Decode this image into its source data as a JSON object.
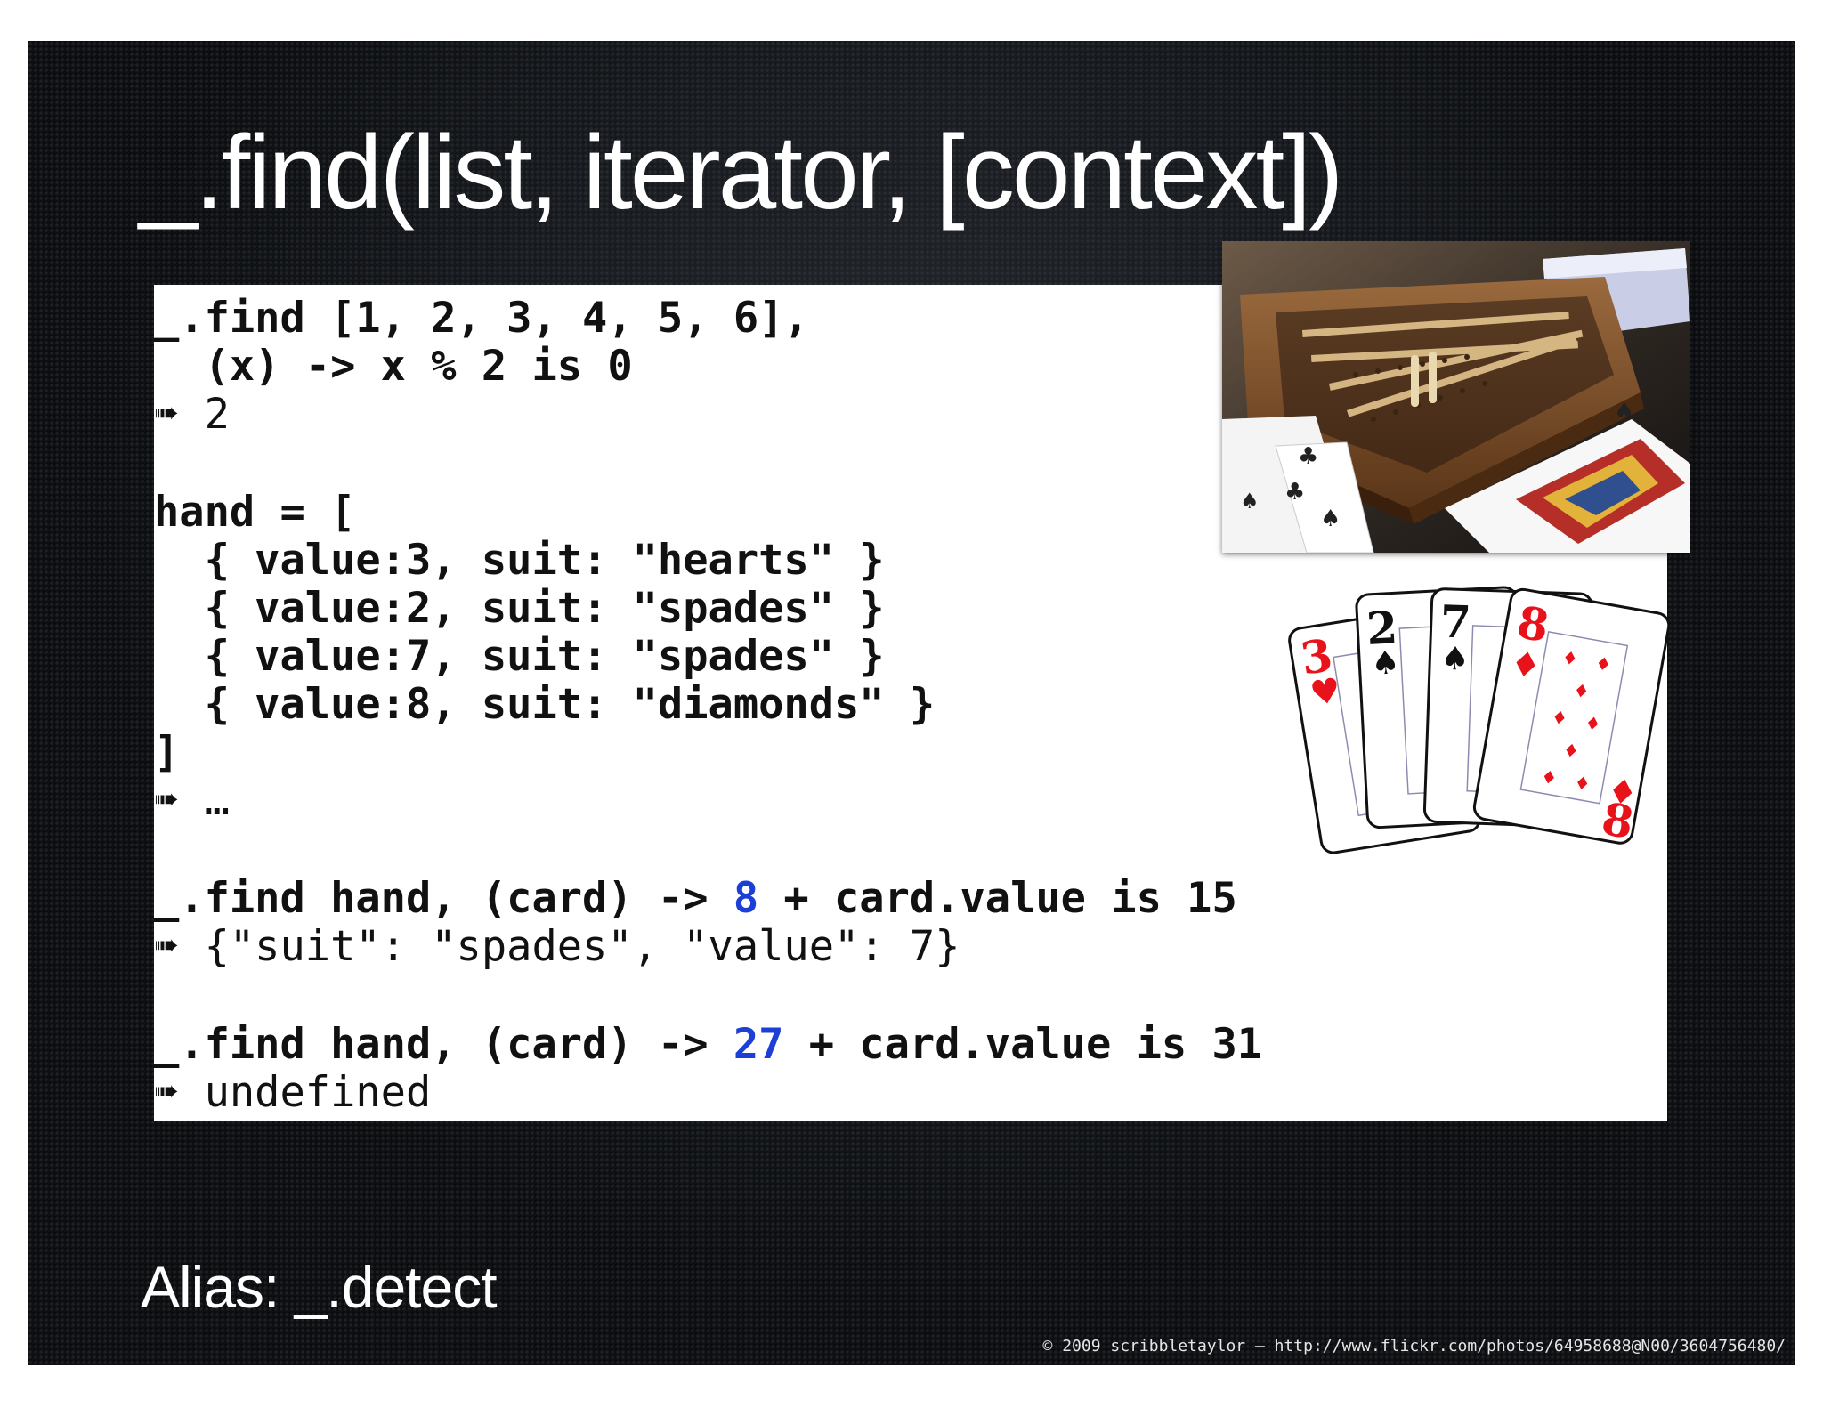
{
  "slide": {
    "title": "_.find(list, iterator, [context])",
    "alias": "Alias: _.detect",
    "credit": "© 2009 scribbletaylor – http://www.flickr.com/photos/64958688@N00/3604756480/"
  },
  "code": {
    "result_arrow": "➠",
    "ex1_line1": "_.find [1, 2, 3, 4, 5, 6],",
    "ex1_line2": "  (x) -> x % 2 is 0",
    "ex1_result": "2",
    "hand_open": "hand = [",
    "hand_items": [
      "  { value:3, suit: \"hearts\" }",
      "  { value:2, suit: \"spades\" }",
      "  { value:7, suit: \"spades\" }",
      "  { value:8, suit: \"diamonds\" }"
    ],
    "hand_close": "]",
    "hand_result": "…",
    "ex3_prefix": "_.find hand, (card) -> ",
    "ex3_number": "8",
    "ex3_suffix": " + card.value is 15",
    "ex3_result": "{\"suit\": \"spades\", \"value\": 7}",
    "ex4_prefix": "_.find hand, (card) -> ",
    "ex4_number": "27",
    "ex4_suffix": " + card.value is 31",
    "ex4_result": "undefined"
  },
  "colors": {
    "slide_background": "#0d0f12",
    "panel_background": "#ffffff",
    "code_text": "#111111",
    "number_accent": "#1c3fd6",
    "red_suit": "#e8121a"
  },
  "photo": {
    "subject": "cribbage board with playing cards"
  },
  "illustration": {
    "cards": [
      {
        "rank": "3",
        "suit": "♥"
      },
      {
        "rank": "2",
        "suit": "♠"
      },
      {
        "rank": "7",
        "suit": "♠"
      },
      {
        "rank": "8",
        "suit": "♦"
      }
    ]
  }
}
